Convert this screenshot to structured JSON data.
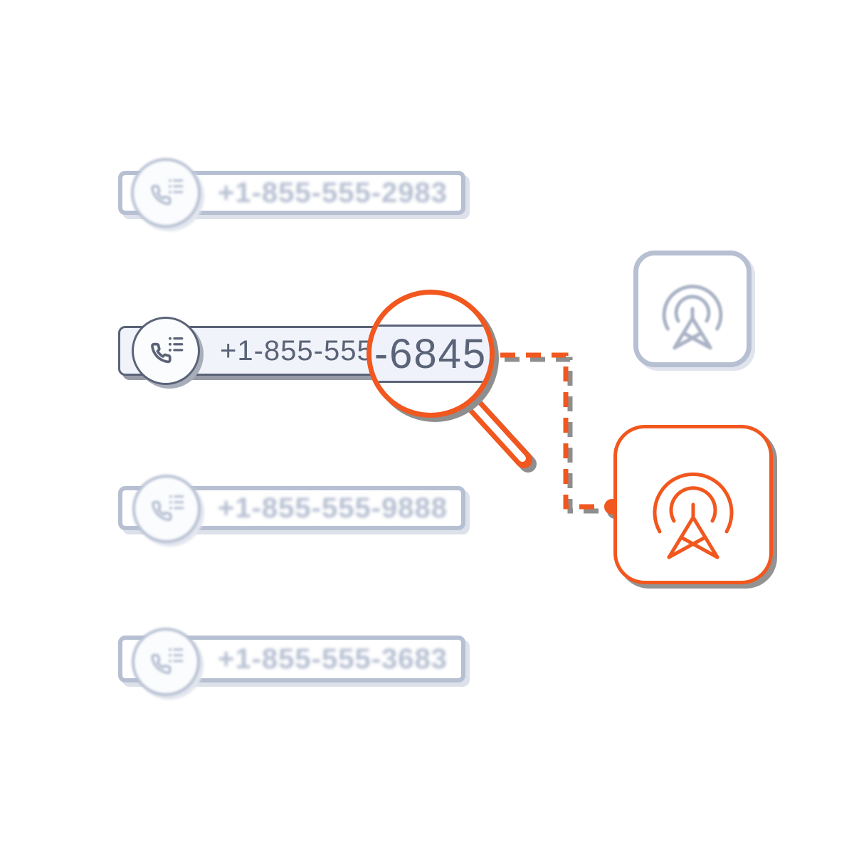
{
  "illustration": {
    "description_numbers": {
      "row1": "+1-855-555-2983",
      "row2_prefix": "+1-855-555-",
      "row2_full": "+1-855-555-6845",
      "row3": "+1-855-555-9888",
      "row4": "+1-855-555-3683"
    },
    "rows": [
      {
        "number": "+1-855-555-2983",
        "state": "inactive"
      },
      {
        "number_prefix": "+1-855-555-",
        "number_highlight": "6845",
        "state": "active"
      },
      {
        "number": "+1-855-555-9888",
        "state": "inactive"
      },
      {
        "number": "+1-855-555-3683",
        "state": "inactive"
      }
    ],
    "magnifier": {
      "text": "-6845"
    },
    "towers": [
      {
        "icon": "radio-tower-icon",
        "state": "inactive"
      },
      {
        "icon": "radio-tower-icon",
        "state": "active"
      }
    ],
    "colors": {
      "accent_orange": "#F1571E",
      "slate_dark": "#5A6377",
      "slate_light": "#B7C0D2",
      "chip_fill_active": "#F0F3FA",
      "shadow_gray": "#8E8E8E",
      "background": "#FFFFFF"
    }
  }
}
